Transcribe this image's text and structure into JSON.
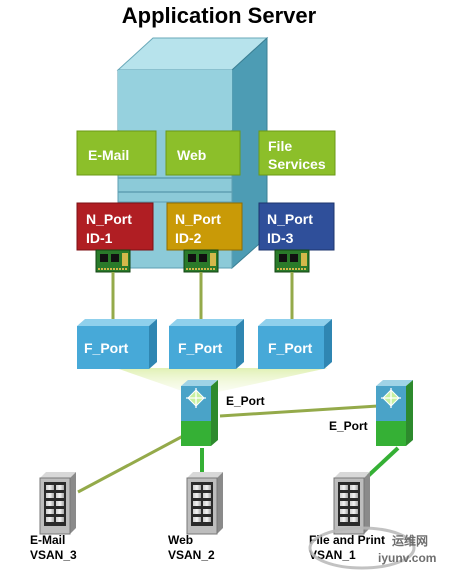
{
  "title": "Application Server",
  "apps": [
    {
      "line1": "E-Mail",
      "line2": ""
    },
    {
      "line1": "Web",
      "line2": ""
    },
    {
      "line1": "File",
      "line2": "Services"
    }
  ],
  "nports": [
    {
      "line1": "N_Port",
      "line2": "ID-1",
      "color": "#b01e23"
    },
    {
      "line1": "N_Port",
      "line2": "ID-2",
      "color": "#c99a07"
    },
    {
      "line1": "N_Port",
      "line2": "ID-3",
      "color": "#2f4f9a"
    }
  ],
  "fports": [
    {
      "label": "F_Port"
    },
    {
      "label": "F_Port"
    },
    {
      "label": "F_Port"
    }
  ],
  "links": {
    "eport_left": "E_Port",
    "eport_right": "E_Port"
  },
  "storage": [
    {
      "line1": "E-Mail",
      "line2": "VSAN_3"
    },
    {
      "line1": "Web",
      "line2": "VSAN_2"
    },
    {
      "line1": "File and Print",
      "line2": "VSAN_1"
    }
  ],
  "watermark": {
    "text": "iyunv.com",
    "cn": "运维网"
  },
  "colors": {
    "server_front": "#8ccad8",
    "server_top": "#b7e3ec",
    "server_side": "#4d9cb4",
    "app_green": "#8cbf2a",
    "fport_blue": "#47a9d8",
    "switch_green": "#35b035",
    "link_olive": "#94aa4a"
  }
}
